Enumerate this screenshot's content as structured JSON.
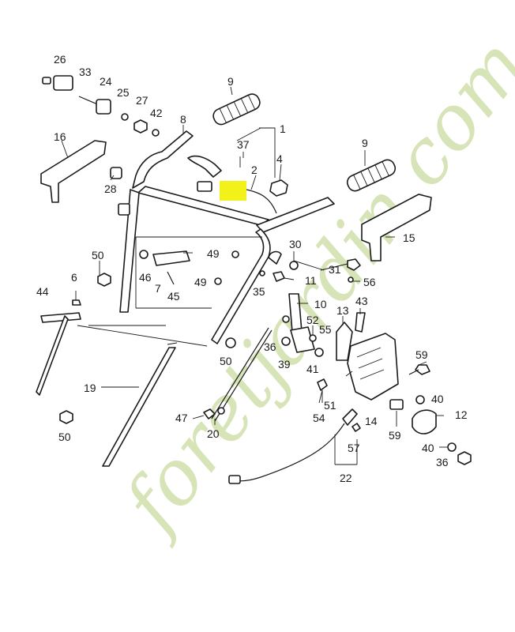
{
  "watermark": {
    "text": "foretjardin.com",
    "color": "#c9dba0",
    "accent": "#f2c66e"
  },
  "highlight_color": "#f2f21a",
  "callouts": {
    "c26": "26",
    "c33": "33",
    "c24": "24",
    "c25": "25",
    "c27": "27",
    "c42": "42",
    "c9a": "9",
    "c8": "8",
    "c1": "1",
    "c37": "37",
    "c2": "2",
    "c4": "4",
    "c16": "16",
    "c28": "28",
    "c9b": "9",
    "c15": "15",
    "c50a": "50",
    "c46": "46",
    "c7": "7",
    "c45": "45",
    "c49a": "49",
    "c49b": "49",
    "c30": "30",
    "c31": "31",
    "c11": "11",
    "c35": "35",
    "c56": "56",
    "c44": "44",
    "c6": "6",
    "c10": "10",
    "c13": "13",
    "c43": "43",
    "c52": "52",
    "c55": "55",
    "c36a": "36",
    "c39": "39",
    "c41": "41",
    "c50b": "50",
    "c19": "19",
    "c59a": "59",
    "c51": "51",
    "c54": "54",
    "c14": "14",
    "c40a": "40",
    "c12": "12",
    "c47": "47",
    "c20": "20",
    "c50c": "50",
    "c59b": "59",
    "c57": "57",
    "c40b": "40",
    "c36b": "36",
    "c22": "22"
  }
}
